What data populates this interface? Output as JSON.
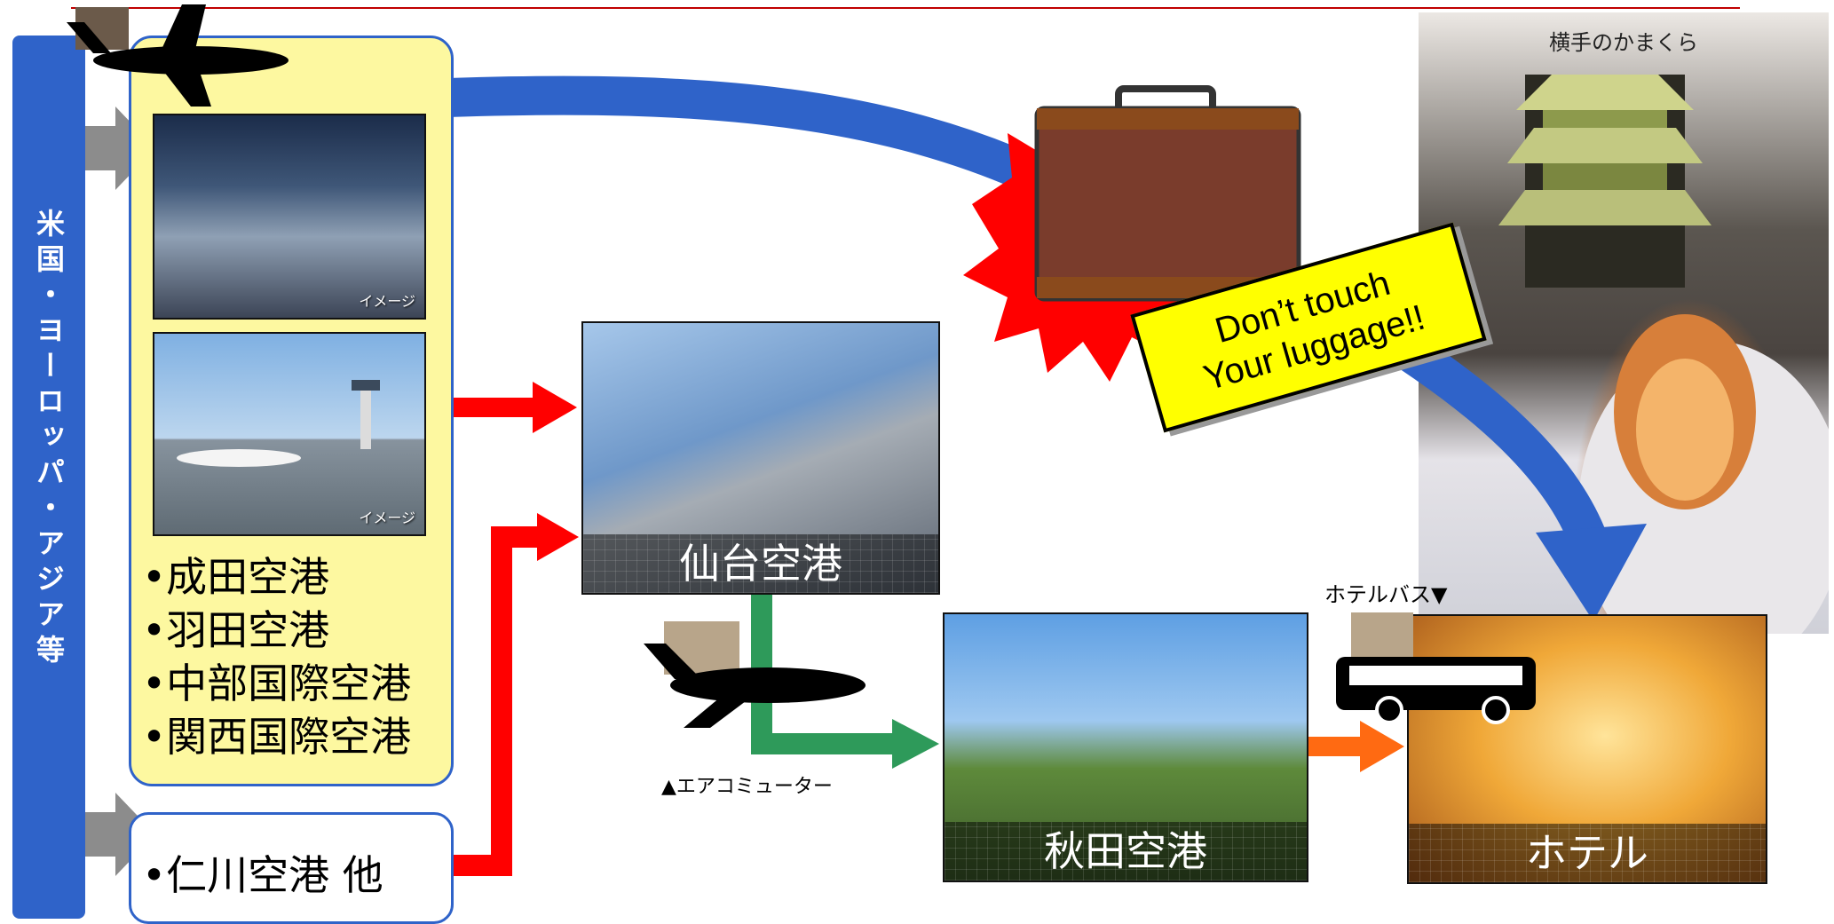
{
  "origin": {
    "label": "米国・ヨーロッパ・アジア等"
  },
  "main_airports": [
    "•成田空港",
    "•羽田空港",
    "•中部国際空港",
    "•関西国際空港"
  ],
  "other_airports": "•仁川空港 他",
  "photos": {
    "terminal_caption": "イメージ",
    "apron_caption": "イメージ",
    "sendai": "仙台空港",
    "akita": "秋田空港",
    "hotel": "ホテル",
    "kamakura": "横手のかまくら"
  },
  "luggage_warning": {
    "line1": "Don’t touch",
    "line2": "Your luggage!!"
  },
  "transport": {
    "commuter": "▲エアコミューター",
    "hotel_bus": "ホテルバス▼"
  },
  "colors": {
    "blue_route": "#2f63c9",
    "red_route": "#ff0000",
    "green_route": "#2e9a5a",
    "orange_route": "#ff6a12",
    "yellow_panel": "#fdf8a0",
    "warning_yellow": "#ffff00"
  },
  "icons": [
    "airplane-icon",
    "suitcase-icon",
    "bus-icon",
    "gray-arrow-icon",
    "explosion-icon"
  ]
}
